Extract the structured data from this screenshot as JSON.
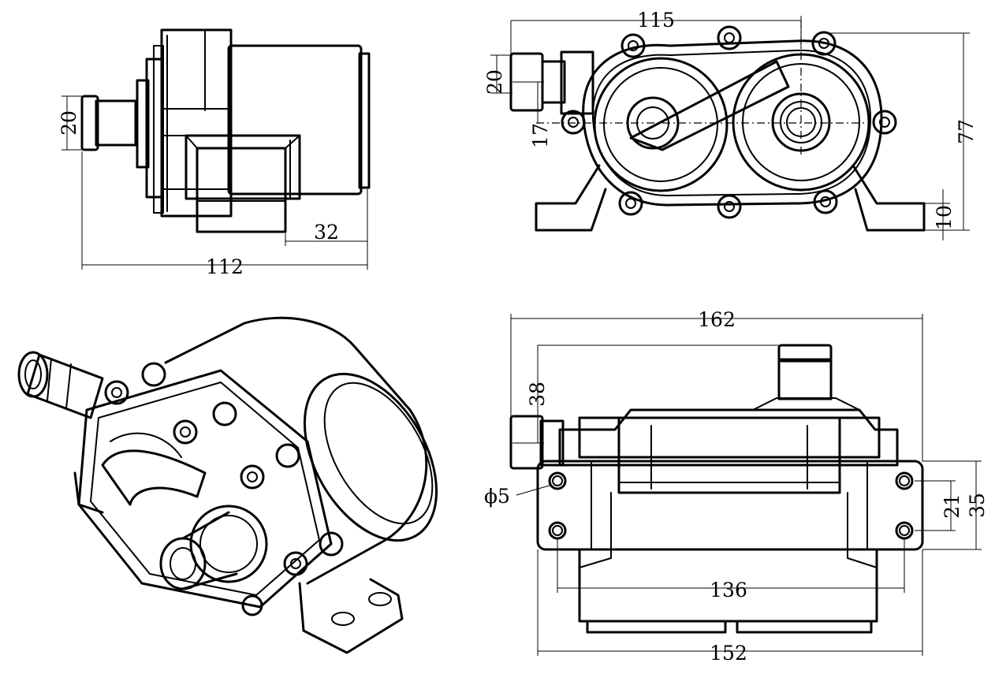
{
  "dimensions": {
    "side_inlet_dia": "20",
    "side_outlet_offset": "32",
    "side_length": "112",
    "front_width": "115",
    "front_inlet_dia": "20",
    "front_inlet_height": "17",
    "front_height": "77",
    "front_base": "10",
    "bottom_overall": "162",
    "bottom_outlet": "38",
    "bottom_hole": "ϕ5",
    "bottom_hole_pitch_y": "21",
    "bottom_flange_y": "35",
    "bottom_hole_pitch_x": "136",
    "bottom_flange_x": "152"
  }
}
